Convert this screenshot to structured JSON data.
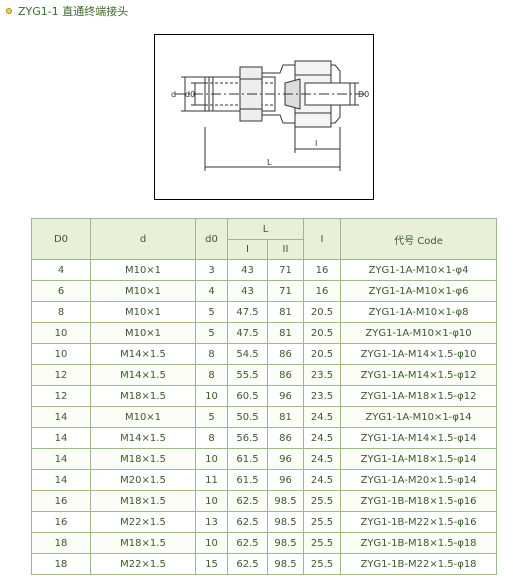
{
  "page": {
    "title": "ZYG1-1 直通终端接头"
  },
  "drawing": {
    "dim_labels": {
      "d": "d",
      "d0": "d0",
      "D0": "D0",
      "L": "L",
      "I": "I"
    }
  },
  "table": {
    "headers": {
      "D0": "D0",
      "d": "d",
      "d0": "d0",
      "L": "L",
      "L1": "I",
      "L2": "II",
      "I": "I",
      "code": "代号 Code"
    },
    "rows": [
      [
        "4",
        "M10×1",
        "3",
        "43",
        "71",
        "16",
        "ZYG1-1A-M10×1-φ4"
      ],
      [
        "6",
        "M10×1",
        "4",
        "43",
        "71",
        "16",
        "ZYG1-1A-M10×1-φ6"
      ],
      [
        "8",
        "M10×1",
        "5",
        "47.5",
        "81",
        "20.5",
        "ZYG1-1A-M10×1-φ8"
      ],
      [
        "10",
        "M10×1",
        "5",
        "47.5",
        "81",
        "20.5",
        "ZYG1-1A-M10×1-φ10"
      ],
      [
        "10",
        "M14×1.5",
        "8",
        "54.5",
        "86",
        "20.5",
        "ZYG1-1A-M14×1.5-φ10"
      ],
      [
        "12",
        "M14×1.5",
        "8",
        "55.5",
        "86",
        "23.5",
        "ZYG1-1A-M14×1.5-φ12"
      ],
      [
        "12",
        "M18×1.5",
        "10",
        "60.5",
        "96",
        "23.5",
        "ZYG1-1A-M18×1.5-φ12"
      ],
      [
        "14",
        "M10×1",
        "5",
        "50.5",
        "81",
        "24.5",
        "ZYG1-1A-M10×1-φ14"
      ],
      [
        "14",
        "M14×1.5",
        "8",
        "56.5",
        "86",
        "24.5",
        "ZYG1-1A-M14×1.5-φ14"
      ],
      [
        "14",
        "M18×1.5",
        "10",
        "61.5",
        "96",
        "24.5",
        "ZYG1-1A-M18×1.5-φ14"
      ],
      [
        "14",
        "M20×1.5",
        "11",
        "61.5",
        "96",
        "24.5",
        "ZYG1-1A-M20×1.5-φ14"
      ],
      [
        "16",
        "M18×1.5",
        "10",
        "62.5",
        "98.5",
        "25.5",
        "ZYG1-1B-M18×1.5-φ16"
      ],
      [
        "16",
        "M22×1.5",
        "13",
        "62.5",
        "98.5",
        "25.5",
        "ZYG1-1B-M22×1.5-φ16"
      ],
      [
        "18",
        "M18×1.5",
        "10",
        "62.5",
        "98.5",
        "25.5",
        "ZYG1-1B-M18×1.5-φ18"
      ],
      [
        "18",
        "M22×1.5",
        "15",
        "62.5",
        "98.5",
        "25.5",
        "ZYG1-1B-M22×1.5-φ18"
      ]
    ]
  }
}
